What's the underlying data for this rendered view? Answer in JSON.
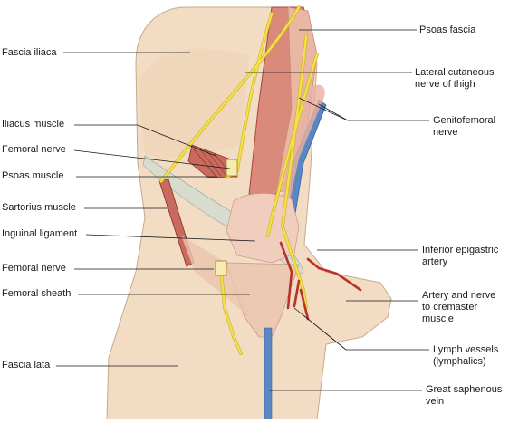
{
  "colors": {
    "skin": "#f2dcc3",
    "skin_dark": "#e3c2a0",
    "fascia_pink": "#eab7a3",
    "muscle": "#c86b5e",
    "muscle_dark": "#a8453d",
    "nerve": "#f4e04a",
    "nerve_edge": "#c9b21d",
    "vein": "#5b86c4",
    "artery": "#b8322a",
    "ligament": "#d7dccf",
    "line": "#1a1a1a"
  },
  "labels_left": [
    {
      "id": "fascia-iliaca",
      "text": "Fascia iliaca"
    },
    {
      "id": "iliacus-muscle",
      "text": "Iliacus muscle"
    },
    {
      "id": "femoral-nerve-upper",
      "text": "Femoral nerve"
    },
    {
      "id": "psoas-muscle",
      "text": "Psoas muscle"
    },
    {
      "id": "sartorius-muscle",
      "text": "Sartorius muscle"
    },
    {
      "id": "inguinal-ligament",
      "text": "Inguinal ligament"
    },
    {
      "id": "femoral-nerve-lower",
      "text": "Femoral nerve"
    },
    {
      "id": "femoral-sheath",
      "text": "Femoral sheath"
    },
    {
      "id": "fascia-lata",
      "text": "Fascia lata"
    }
  ],
  "labels_right": [
    {
      "id": "psoas-fascia",
      "lines": [
        "Psoas fascia"
      ]
    },
    {
      "id": "lateral-cutaneous-nerve",
      "lines": [
        "Lateral cutaneous",
        "nerve of thigh"
      ]
    },
    {
      "id": "genitofemoral-nerve",
      "lines": [
        "Genitofemoral",
        "nerve"
      ]
    },
    {
      "id": "inferior-epigastric-artery",
      "lines": [
        "Inferior epigastric",
        "artery"
      ]
    },
    {
      "id": "artery-nerve-cremaster",
      "lines": [
        "Artery and nerve",
        "to cremaster",
        "muscle"
      ]
    },
    {
      "id": "lymph-vessels",
      "lines": [
        "Lymph vessels",
        "(lymphalics)"
      ]
    },
    {
      "id": "great-saphenous-vein",
      "lines": [
        "Great saphenous",
        "vein"
      ]
    }
  ]
}
